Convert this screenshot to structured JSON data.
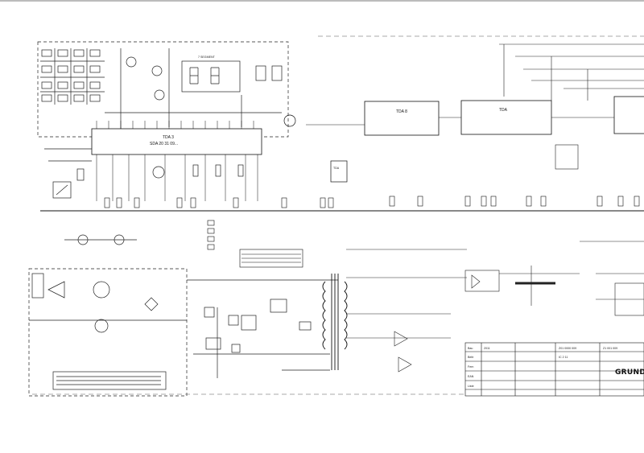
{
  "schematic": {
    "manufacturer": "GRUNDIG",
    "ic_labels": {
      "main_processor": "TDA 3",
      "main_processor_part": "SDA 20 31 09...",
      "upper_ic_1": "TDA 8",
      "upper_ic_2": "TDA",
      "small_ic": "TDA"
    },
    "upper_display_block": "7 SEGMENT",
    "title_block": {
      "header": [
        "Bau",
        "2011",
        "Z01 0000 009",
        "Z1 001 009"
      ],
      "rows": [
        [
          "Beitr",
          "",
          "",
          "IC 2 11",
          "",
          "",
          ""
        ],
        [
          "Fern",
          "",
          "",
          "",
          "",
          "",
          ""
        ],
        [
          "EAN",
          "",
          "",
          "",
          "",
          "",
          ""
        ],
        [
          "Liste",
          "",
          "",
          "",
          "",
          "",
          ""
        ]
      ]
    }
  }
}
